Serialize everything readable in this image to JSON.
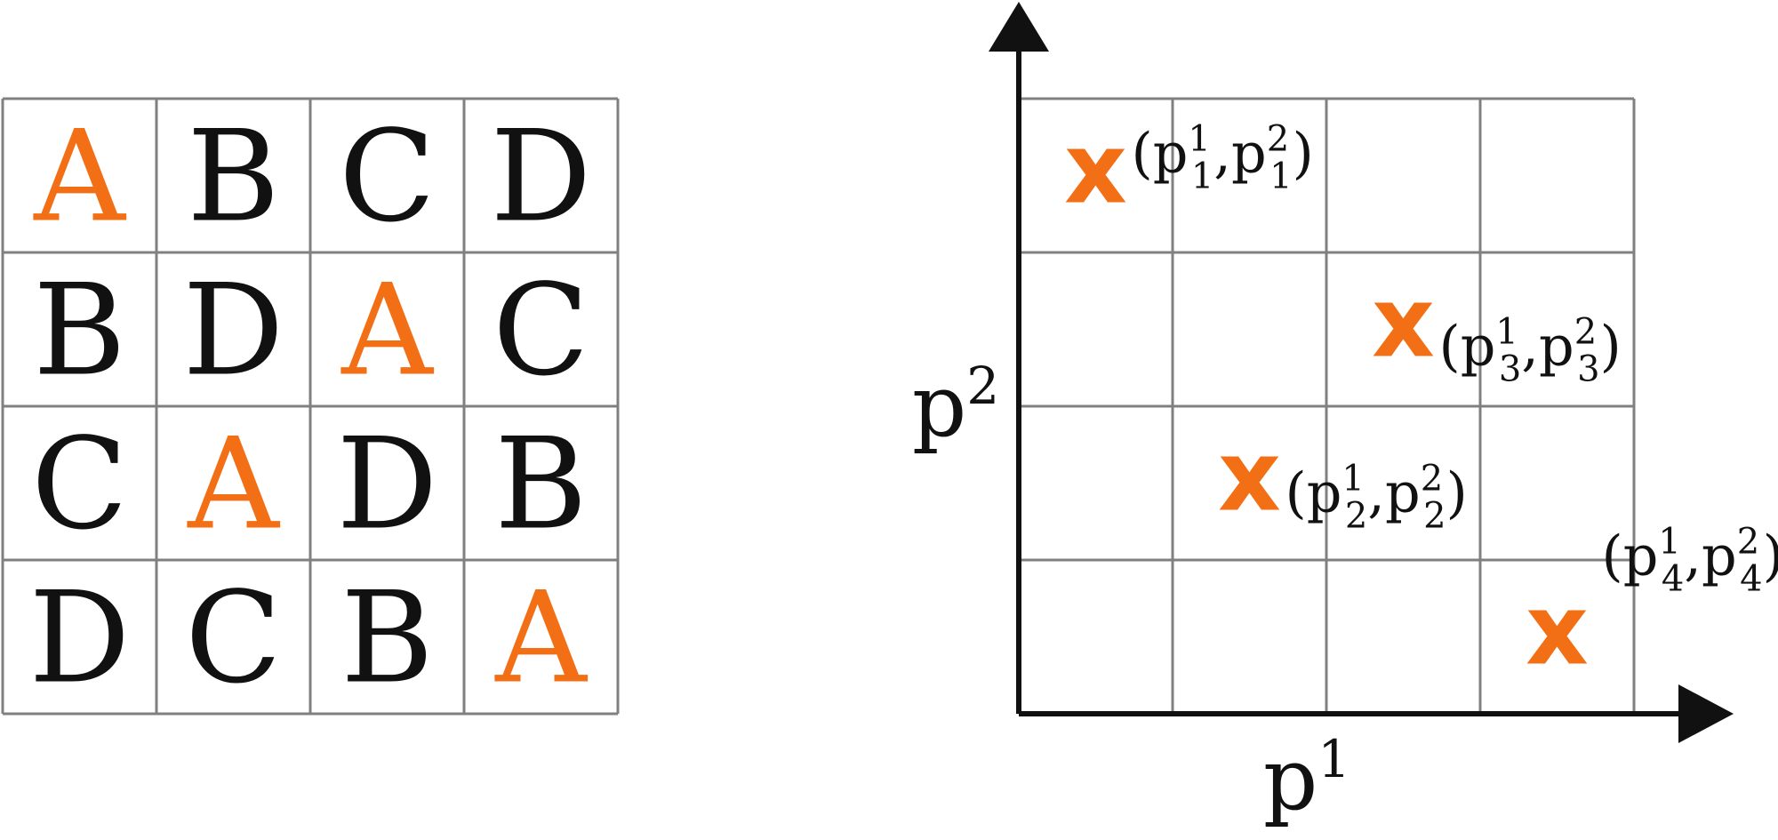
{
  "colors": {
    "highlight": "#f36f16",
    "ink": "#111111",
    "grid": "#808080"
  },
  "latin_square": {
    "cells": [
      [
        {
          "letter": "A",
          "highlight": true
        },
        {
          "letter": "B",
          "highlight": false
        },
        {
          "letter": "C",
          "highlight": false
        },
        {
          "letter": "D",
          "highlight": false
        }
      ],
      [
        {
          "letter": "B",
          "highlight": false
        },
        {
          "letter": "D",
          "highlight": false
        },
        {
          "letter": "A",
          "highlight": true
        },
        {
          "letter": "C",
          "highlight": false
        }
      ],
      [
        {
          "letter": "C",
          "highlight": false
        },
        {
          "letter": "A",
          "highlight": true
        },
        {
          "letter": "D",
          "highlight": false
        },
        {
          "letter": "B",
          "highlight": false
        }
      ],
      [
        {
          "letter": "D",
          "highlight": false
        },
        {
          "letter": "C",
          "highlight": false
        },
        {
          "letter": "B",
          "highlight": false
        },
        {
          "letter": "A",
          "highlight": true
        }
      ]
    ]
  },
  "plot": {
    "x_axis": {
      "label_base": "p",
      "label_sup": "1"
    },
    "y_axis": {
      "label_base": "p",
      "label_sup": "2"
    },
    "grid_divisions": 4,
    "marker_symbol": "x",
    "points": [
      {
        "col": 1,
        "row": 1,
        "label": [
          {
            "t": "(p",
            "k": "base"
          },
          {
            "t": "1",
            "k": "sup"
          },
          {
            "t": "1",
            "k": "sub"
          },
          {
            "t": ",p",
            "k": "base"
          },
          {
            "t": "2",
            "k": "sup"
          },
          {
            "t": "1",
            "k": "sub"
          },
          {
            "t": ")",
            "k": "base"
          }
        ]
      },
      {
        "col": 2,
        "row": 3,
        "label": [
          {
            "t": "(p",
            "k": "base"
          },
          {
            "t": "1",
            "k": "sup"
          },
          {
            "t": "2",
            "k": "sub"
          },
          {
            "t": ",p",
            "k": "base"
          },
          {
            "t": "2",
            "k": "sup"
          },
          {
            "t": "2",
            "k": "sub"
          },
          {
            "t": ")",
            "k": "base"
          }
        ]
      },
      {
        "col": 3,
        "row": 2,
        "label": [
          {
            "t": "(p",
            "k": "base"
          },
          {
            "t": "1",
            "k": "sup"
          },
          {
            "t": "3",
            "k": "sub"
          },
          {
            "t": ",p",
            "k": "base"
          },
          {
            "t": "2",
            "k": "sup"
          },
          {
            "t": "3",
            "k": "sub"
          },
          {
            "t": ")",
            "k": "base"
          }
        ]
      },
      {
        "col": 4,
        "row": 4,
        "label": [
          {
            "t": "(p",
            "k": "base"
          },
          {
            "t": "1",
            "k": "sup"
          },
          {
            "t": "4",
            "k": "sub"
          },
          {
            "t": ",p",
            "k": "base"
          },
          {
            "t": "2",
            "k": "sup"
          },
          {
            "t": "4",
            "k": "sub"
          },
          {
            "t": ")",
            "k": "base"
          }
        ]
      }
    ]
  }
}
